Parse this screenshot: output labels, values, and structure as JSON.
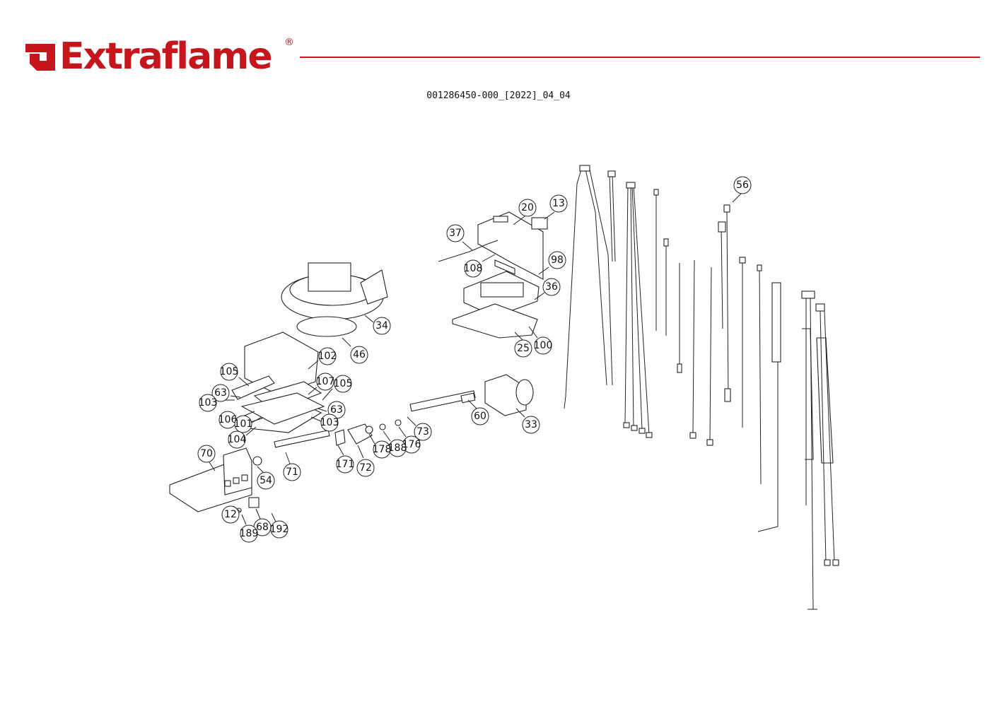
{
  "brand": {
    "name": "Extraflame",
    "registered": "®",
    "color": "#c4161c"
  },
  "document": {
    "code": "001286450-000_[2022]_04_04"
  },
  "callouts": [
    "56",
    "20",
    "13",
    "37",
    "98",
    "108",
    "36",
    "34",
    "46",
    "25",
    "100",
    "102",
    "105",
    "107",
    "105",
    "63",
    "103",
    "63",
    "106",
    "101",
    "103",
    "104",
    "60",
    "33",
    "73",
    "176",
    "188",
    "178",
    "171",
    "72",
    "71",
    "70",
    "54",
    "12",
    "68",
    "192",
    "189"
  ]
}
